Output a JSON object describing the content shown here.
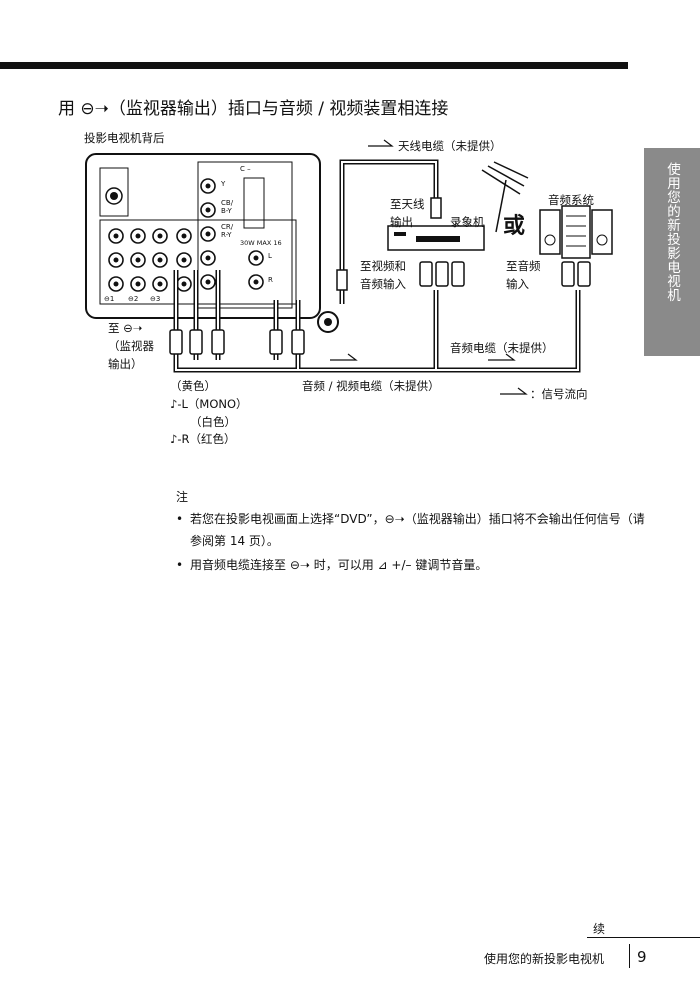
{
  "header": {
    "title": "用 ⊖➝（监视器输出）插口与音频 / 视频装置相连接"
  },
  "sidetab": {
    "text": "使用您的新投影电视机"
  },
  "diagram": {
    "tv_back_label": "投影电视机背后",
    "antenna_cable": "天线电缆（未提供）",
    "to_antenna_out": [
      "至天线",
      "输出"
    ],
    "vcr": "录象机",
    "or": "或",
    "audio_system": "音频系统",
    "to_video_audio_in": [
      "至视频和",
      "音频输入"
    ],
    "to_audio_in": [
      "至音频",
      "输入"
    ],
    "to_monitor_out": [
      "至 ⊖➝",
      "（监视器",
      "输出）"
    ],
    "audio_cable": "音频电缆（未提供）",
    "av_cable": "音频 / 视频电缆（未提供）",
    "signal_flow": "：信号流向",
    "legend": [
      "（黄色）",
      "♪-L（MONO）",
      "（白色）",
      "♪-R（红色）"
    ],
    "panel": {
      "y": "Y",
      "cb": "CB/",
      "by": "B-Y",
      "cr": "CR/",
      "ry": "R-Y",
      "power": "30W MAX 16",
      "l": "L",
      "r": "R",
      "c": "C –",
      "in1": "⊖1",
      "in2": "⊖2",
      "in3": "⊖3"
    }
  },
  "notes": {
    "heading": "注",
    "items": [
      "若您在投影电视画面上选择“DVD”，⊖➝（监视器输出）插口将不会输出任何信号（请参阅第 14 页）。",
      "用音频电缆连接至 ⊖➝ 时，可以用 ⊿ +/– 键调节音量。"
    ]
  },
  "footer": {
    "continued": "续",
    "section": "使用您的新投影电视机",
    "page": "9"
  }
}
